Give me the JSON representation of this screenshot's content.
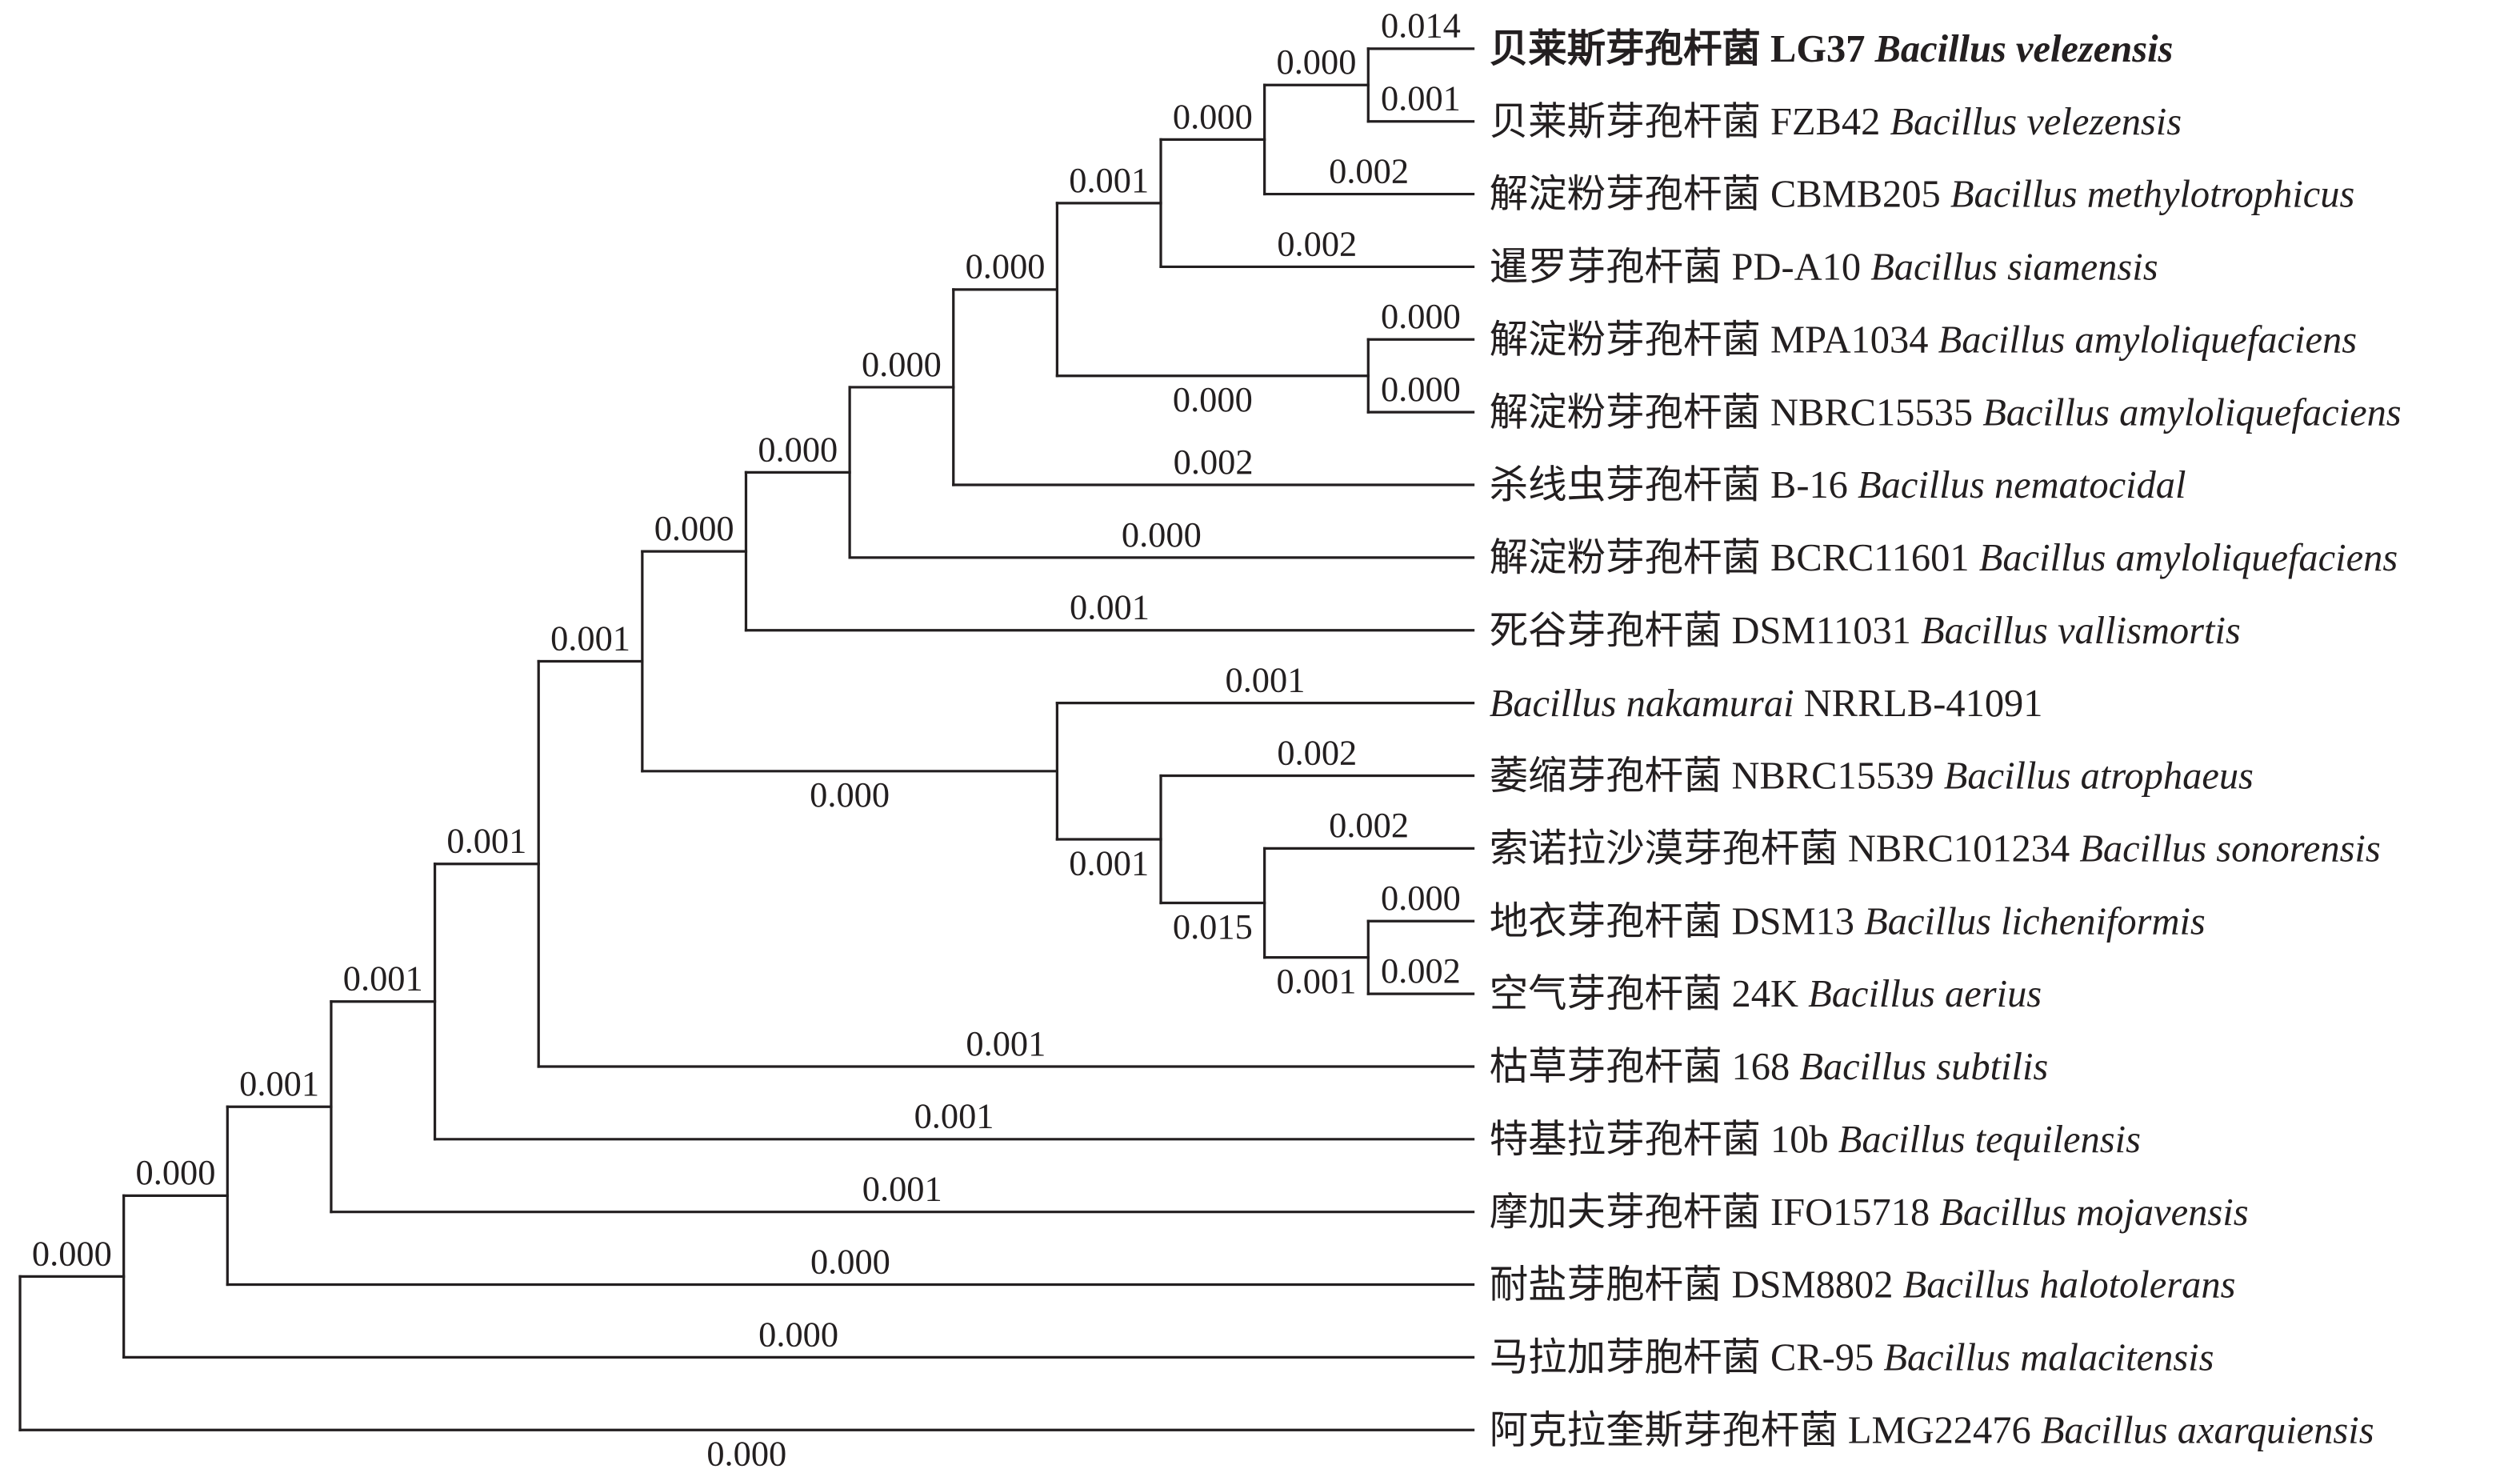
{
  "figure": {
    "type": "phylogenetic-tree",
    "leaves": [
      {
        "cn": "贝莱斯芽孢杆菌",
        "strain": "LG37",
        "species": "Bacillus velezensis",
        "bold": true
      },
      {
        "cn": "贝莱斯芽孢杆菌",
        "strain": "FZB42",
        "species": "Bacillus velezensis"
      },
      {
        "cn": "解淀粉芽孢杆菌",
        "strain": "CBMB205",
        "species": "Bacillus methylotrophicus"
      },
      {
        "cn": "暹罗芽孢杆菌",
        "strain": "PD-A10",
        "species": "Bacillus siamensis"
      },
      {
        "cn": "解淀粉芽孢杆菌",
        "strain": "MPA1034",
        "species": "Bacillus amyloliquefaciens"
      },
      {
        "cn": "解淀粉芽孢杆菌",
        "strain": "NBRC15535",
        "species": "Bacillus amyloliquefaciens"
      },
      {
        "cn": "杀线虫芽孢杆菌",
        "strain": "B-16",
        "species": "Bacillus nematocidal"
      },
      {
        "cn": "解淀粉芽孢杆菌",
        "strain": "BCRC11601",
        "species": "Bacillus amyloliquefaciens"
      },
      {
        "cn": "死谷芽孢杆菌",
        "strain": "DSM11031",
        "species": "Bacillus vallismortis"
      },
      {
        "cn": "",
        "strain": "NRRLB-41091",
        "species": "Bacillus nakamurai",
        "species_first": true
      },
      {
        "cn": "萎缩芽孢杆菌",
        "strain": "NBRC15539",
        "species": "Bacillus atrophaeus"
      },
      {
        "cn": "索诺拉沙漠芽孢杆菌",
        "strain": "NBRC101234",
        "species": "Bacillus sonorensis"
      },
      {
        "cn": "地衣芽孢杆菌",
        "strain": "DSM13",
        "species": "Bacillus licheniformis"
      },
      {
        "cn": "空气芽孢杆菌",
        "strain": "24K",
        "species": "Bacillus aerius"
      },
      {
        "cn": "枯草芽孢杆菌",
        "strain": "168",
        "species": "Bacillus subtilis"
      },
      {
        "cn": "特基拉芽孢杆菌",
        "strain": "10b",
        "species": "Bacillus tequilensis"
      },
      {
        "cn": "摩加夫芽孢杆菌",
        "strain": "IFO15718",
        "species": "Bacillus mojavensis"
      },
      {
        "cn": "耐盐芽胞杆菌",
        "strain": "DSM8802",
        "species": "Bacillus halotolerans"
      },
      {
        "cn": "马拉加芽胞杆菌",
        "strain": "CR-95",
        "species": "Bacillus malacitensis"
      },
      {
        "cn": "阿克拉奎斯芽孢杆菌",
        "strain": "LMG22476",
        "species": "Bacillus axarquiensis"
      }
    ],
    "tree": {
      "children": [
        {
          "label": "0.000",
          "children": [
            {
              "label": "0.000",
              "children": [
                {
                  "label": "0.001",
                  "children": [
                    {
                      "label": "0.001",
                      "children": [
                        {
                          "label": "0.001",
                          "children": [
                            {
                              "label": "0.001",
                              "children": [
                                {
                                  "label": "0.000",
                                  "children": [
                                    {
                                      "label": "0.000",
                                      "children": [
                                        {
                                          "label": "0.000",
                                          "children": [
                                            {
                                              "label": "0.000",
                                              "children": [
                                                {
                                                  "label": "0.001",
                                                  "children": [
                                                    {
                                                      "label": "0.000",
                                                      "children": [
                                                        {
                                                          "label": "0.000",
                                                          "children": [
                                                            {
                                                              "label": "0.014",
                                                              "leaf": 0
                                                            },
                                                            {
                                                              "label": "0.001",
                                                              "leaf": 1
                                                            }
                                                          ]
                                                        },
                                                        {
                                                          "label": "0.002",
                                                          "leaf": 2
                                                        }
                                                      ]
                                                    },
                                                    {
                                                      "label": "0.002",
                                                      "leaf": 3
                                                    }
                                                  ]
                                                },
                                                {
                                                  "label": "0.000",
                                                  "side": "below",
                                                  "children": [
                                                    {
                                                      "label": "0.000",
                                                      "leaf": 4
                                                    },
                                                    {
                                                      "label": "0.000",
                                                      "leaf": 5
                                                    }
                                                  ]
                                                }
                                              ]
                                            },
                                            {
                                              "label": "0.002",
                                              "leaf": 6
                                            }
                                          ]
                                        },
                                        {
                                          "label": "0.000",
                                          "leaf": 7
                                        }
                                      ]
                                    },
                                    {
                                      "label": "0.001",
                                      "leaf": 8
                                    }
                                  ]
                                },
                                {
                                  "label": "0.000",
                                  "side": "below",
                                  "children": [
                                    {
                                      "label": "0.001",
                                      "leaf": 9
                                    },
                                    {
                                      "label": "0.001",
                                      "side": "below",
                                      "children": [
                                        {
                                          "label": "0.002",
                                          "leaf": 10
                                        },
                                        {
                                          "label": "0.015",
                                          "side": "below",
                                          "children": [
                                            {
                                              "label": "0.002",
                                              "leaf": 11
                                            },
                                            {
                                              "label": "0.001",
                                              "side": "below",
                                              "children": [
                                                {
                                                  "label": "0.000",
                                                  "leaf": 12
                                                },
                                                {
                                                  "label": "0.002",
                                                  "leaf": 13
                                                }
                                              ]
                                            }
                                          ]
                                        }
                                      ]
                                    }
                                  ]
                                }
                              ]
                            },
                            {
                              "label": "0.001",
                              "leaf": 14
                            }
                          ]
                        },
                        {
                          "label": "0.001",
                          "leaf": 15
                        }
                      ]
                    },
                    {
                      "label": "0.001",
                      "leaf": 16
                    }
                  ]
                },
                {
                  "label": "0.000",
                  "leaf": 17
                }
              ]
            },
            {
              "label": "0.000",
              "leaf": 18
            }
          ]
        },
        {
          "label": "0.000",
          "side": "below",
          "leaf": 19
        }
      ]
    },
    "colors": {
      "line": "#231f20",
      "text": "#231f20",
      "background": "#ffffff"
    }
  }
}
